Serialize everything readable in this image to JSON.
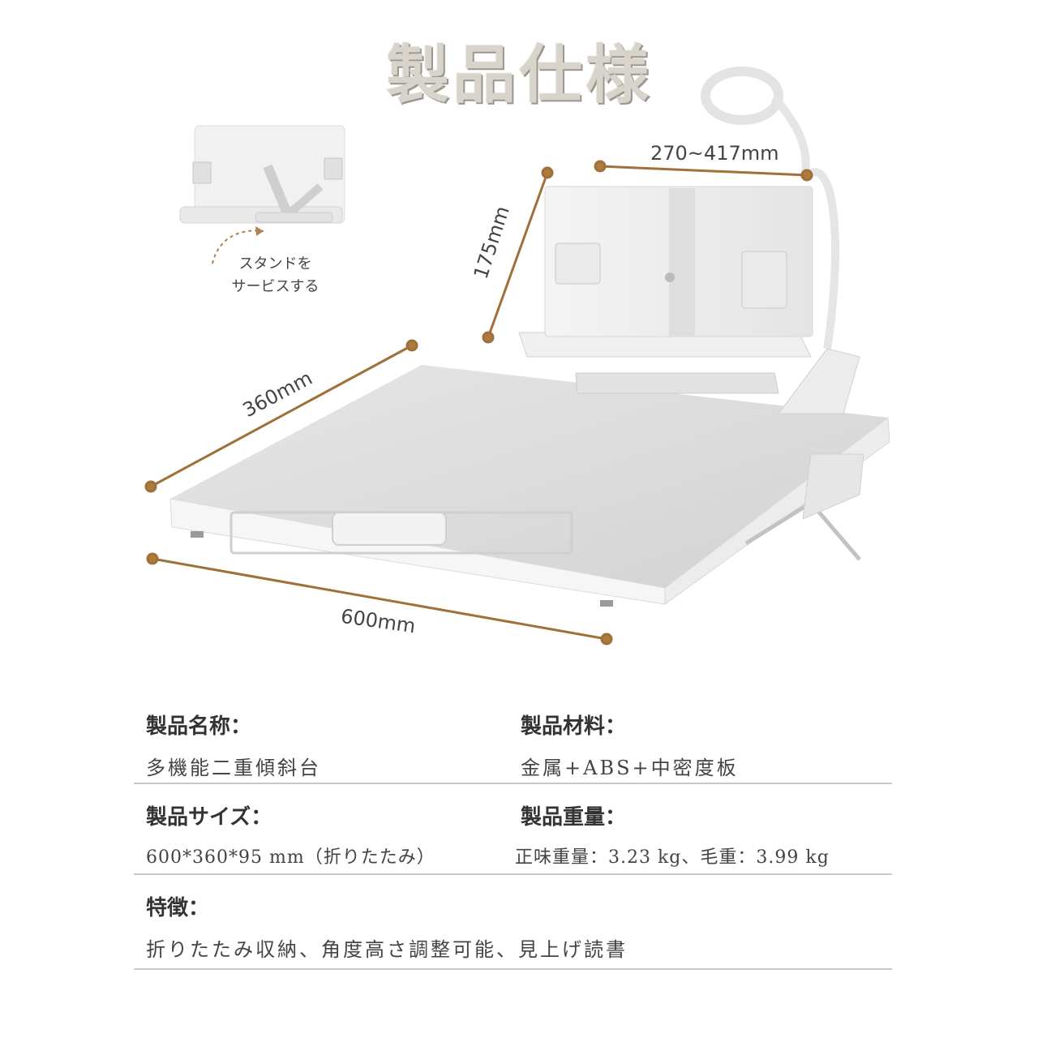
{
  "header": {
    "title": "製品仕様"
  },
  "dimensions": {
    "width_top": "270~417mm",
    "height_holder": "175mm",
    "depth": "360mm",
    "width_base": "600mm"
  },
  "inset_caption": {
    "line1": "スタンドを",
    "line2": "サービスする"
  },
  "specs": {
    "name_label": "製品名称：",
    "name_value": "多機能二重傾斜台",
    "material_label": "製品材料：",
    "material_value": "金属+ABS+中密度板",
    "size_label": "製品サイズ：",
    "size_value": "600*360*95 mm（折りたたみ）",
    "weight_label": "製品重量：",
    "weight_value": "正味重量：3.23 kg、毛重：3.99 kg",
    "feature_label": "特徴：",
    "feature_value": "折りたたみ収納、角度高さ調整可能、見上げ読書"
  },
  "colors": {
    "dimension_line": "#a0703a",
    "rule": "#c9c9c9",
    "board": "#dedede"
  }
}
